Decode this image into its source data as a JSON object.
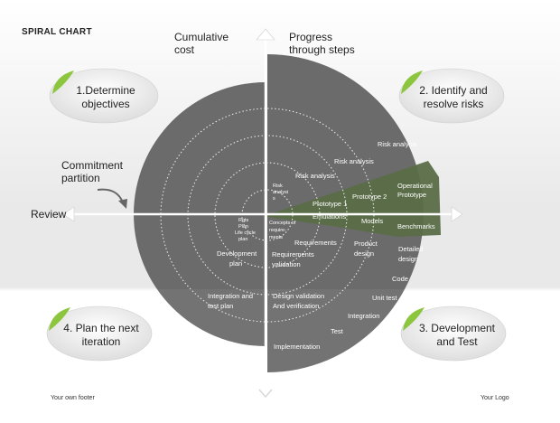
{
  "slide": {
    "title": "SPIRAL CHART",
    "footer_left": "Your own footer",
    "footer_right": "Your Logo"
  },
  "axes": {
    "cumulative_cost_line1": "Cumulative",
    "cumulative_cost_line2": "cost",
    "progress_line1": "Progress",
    "progress_line2": "through steps",
    "commitment_line1": "Commitment",
    "commitment_line2": "partition",
    "review": "Review"
  },
  "quadrants": {
    "q1_line1": "1.Determine",
    "q1_line2": "objectives",
    "q2_line1": "2. Identify and",
    "q2_line2": "resolve risks",
    "q3_line1": "3. Development",
    "q3_line2": "and Test",
    "q4_line1": "4. Plan the next",
    "q4_line2": "iteration"
  },
  "labels": {
    "risk_analysis_outer": "Risk analysis",
    "risk_analysis_2": "Risk analysis",
    "risk_analysis_3": "Risk analysis",
    "risk_analysis_inner_1": "Risk",
    "risk_analysis_inner_2": "analysi",
    "risk_analysis_inner_3": "s",
    "operational_line1": "Operational",
    "operational_line2": "Prototype",
    "prototype2": "Prototype 2",
    "prototype1": "Prototype 1",
    "emulations": "Emulations",
    "models": "Models",
    "benchmarks": "Benchmarks",
    "concepts_1": "Concepts of",
    "concepts_2": "require-",
    "concepts_3": "ments",
    "rqts_1": "Rqts",
    "rqts_2": "Plan",
    "rqts_3": "Life cycle",
    "rqts_4": "plan",
    "requirements": "Requirements",
    "req_validation_1": "Requirements",
    "req_validation_2": "validation",
    "product_design_1": "Product",
    "product_design_2": "design",
    "detailed_design_1": "Detailed",
    "detailed_design_2": "design",
    "code": "Code",
    "unit_test": "Unit test",
    "integration": "Integration",
    "test": "Test",
    "implementation": "Implementation",
    "design_validation_1": "Design validation",
    "design_validation_2": "And verification",
    "development_plan_1": "Development",
    "development_plan_2": "plan",
    "integration_plan_1": "Integration and",
    "integration_plan_2": "test plan"
  },
  "colors": {
    "disk": "#6b6b6b",
    "highlight": "#5a6e47",
    "accent_green": "#8cc63f",
    "arrow": "#ffffff"
  }
}
